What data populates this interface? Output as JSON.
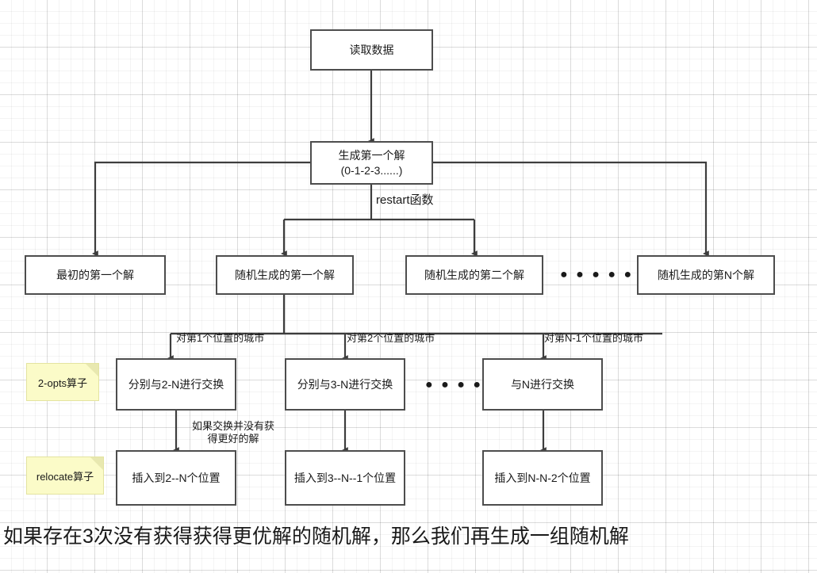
{
  "diagram": {
    "title": "TSP 启发式算法流程图",
    "style": {
      "node_border": "#4d4d4d",
      "node_fill": "#ffffff",
      "edge_color": "#3d3d3d",
      "sticky_fill": "#fbfbc8",
      "text_color": "#1a1a1a",
      "grid_color": "#e6e6e6"
    }
  },
  "nodes": {
    "read_data": {
      "label": "读取数据"
    },
    "first_solution": {
      "label": "生成第一个解",
      "sub_label": "(0-1-2-3......)"
    },
    "initial_first": {
      "label": "最初的第一个解"
    },
    "random_first": {
      "label": "随机生成的第一个解"
    },
    "random_second": {
      "label": "随机生成的第二个解"
    },
    "random_nth": {
      "label": "随机生成的第N个解"
    },
    "swap_2n": {
      "label": "分别与2-N进行交换"
    },
    "swap_3n": {
      "label": "分别与3-N进行交换"
    },
    "swap_n": {
      "label": "与N进行交换"
    },
    "insert_2n": {
      "label": "插入到2--N个位置"
    },
    "insert_3n1": {
      "label": "插入到3--N--1个位置"
    },
    "insert_nn2": {
      "label": "插入到N-N-2个位置"
    }
  },
  "edge_labels": {
    "restart": "restart函数",
    "city_pos_1": "对第1个位置的城市",
    "city_pos_2": "对第2个位置的城市",
    "city_pos_n1": "对第N-1个位置的城市",
    "no_better_line1": "如果交换并没有获",
    "no_better_line2": "得更好的解"
  },
  "ellipsis": {
    "solutions_row": "● ● ● ● ● ●",
    "swap_row": "● ● ● ● ●"
  },
  "sticky_notes": {
    "two_opts": "2-opts算子",
    "relocate": "relocate算子"
  },
  "caption": "如果存在3次没有获得获得更优解的随机解，那么我们再生成一组随机解"
}
